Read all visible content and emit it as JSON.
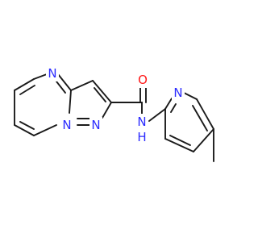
{
  "molecule": {
    "colors": {
      "bond": "#1a1a1a",
      "nitrogen": "#2b2bff",
      "oxygen": "#ff1a1a",
      "background": "#ffffff"
    },
    "atoms": {
      "n_pyrimidine": "N",
      "n_bridge": "N",
      "n_pyrazole": "N",
      "o_carbonyl": "O",
      "nh_amide": "N",
      "h_amide": "H",
      "n_pyridine": "N"
    }
  }
}
